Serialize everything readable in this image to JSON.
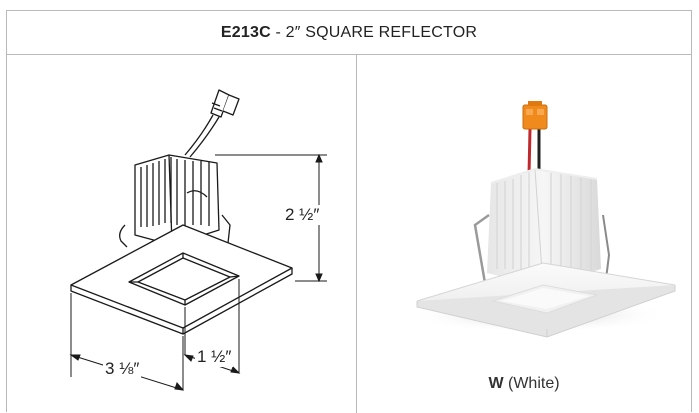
{
  "header": {
    "model_code": "E213C",
    "separator": " - ",
    "description": "2″ SQUARE REFLECTOR"
  },
  "dimensions": {
    "height": "2 ½″",
    "aperture": "1 ½″",
    "width": "3 ⅛″"
  },
  "finish": {
    "code": "W",
    "name": "(White)"
  },
  "colors": {
    "border": "#b9b9b9",
    "connector": "#f08a1c",
    "wire_red": "#c0282d",
    "wire_black": "#222222"
  }
}
